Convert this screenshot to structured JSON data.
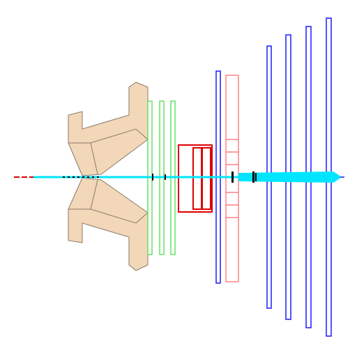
{
  "diagram": {
    "background": "#ffffff",
    "colors": {
      "magnet_fill": "#f2d7b8",
      "magnet_stroke": "#8a7a6a",
      "beamline": "#00e5ff",
      "beamline_dark": "#000000",
      "upstream_beam": "#d40000",
      "green_planes": "#66e066",
      "red_modules": "#dd0000",
      "blue_planes": "#1a1aff",
      "pink_modules": "#ff6666"
    },
    "components": [
      {
        "name": "dipole-magnet",
        "description": ""
      },
      {
        "name": "green-detector-planes",
        "count": 3
      },
      {
        "name": "red-tracking-module",
        "count": 1
      },
      {
        "name": "blue-detector-planes",
        "count": 5
      },
      {
        "name": "pink-detector-frame",
        "count": 1
      }
    ]
  }
}
